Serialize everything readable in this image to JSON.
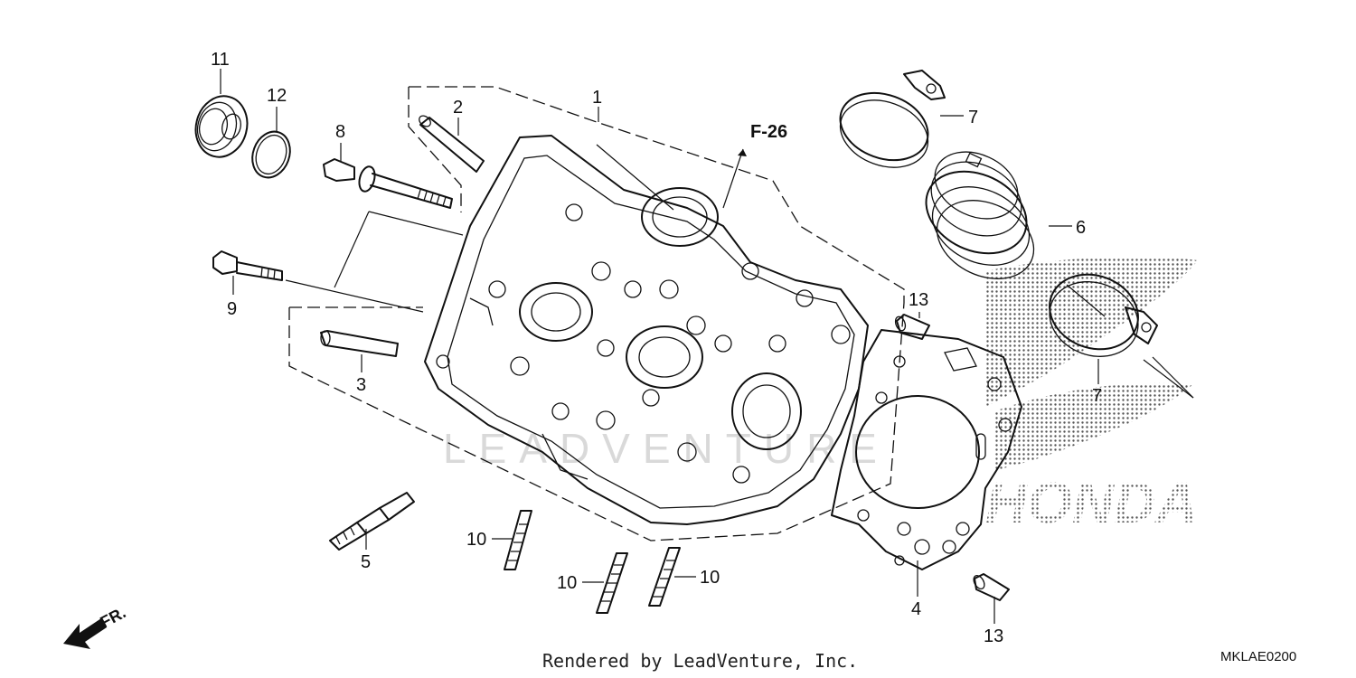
{
  "diagram": {
    "callouts": {
      "p1": "1",
      "p2": "2",
      "p3": "3",
      "p4": "4",
      "p5": "5",
      "p6": "6",
      "p7a": "7",
      "p7b": "7",
      "p8": "8",
      "p9": "9",
      "p10a": "10",
      "p10b": "10",
      "p10c": "10",
      "p11": "11",
      "p12": "12",
      "p13a": "13",
      "p13b": "13"
    },
    "reference": "F-26",
    "front_marker": "FR.",
    "watermark": "LEADVENTURE",
    "brand_logo": "HONDA",
    "diagram_code": "MKLAE0200",
    "footer": "Rendered by LeadVenture, Inc."
  }
}
